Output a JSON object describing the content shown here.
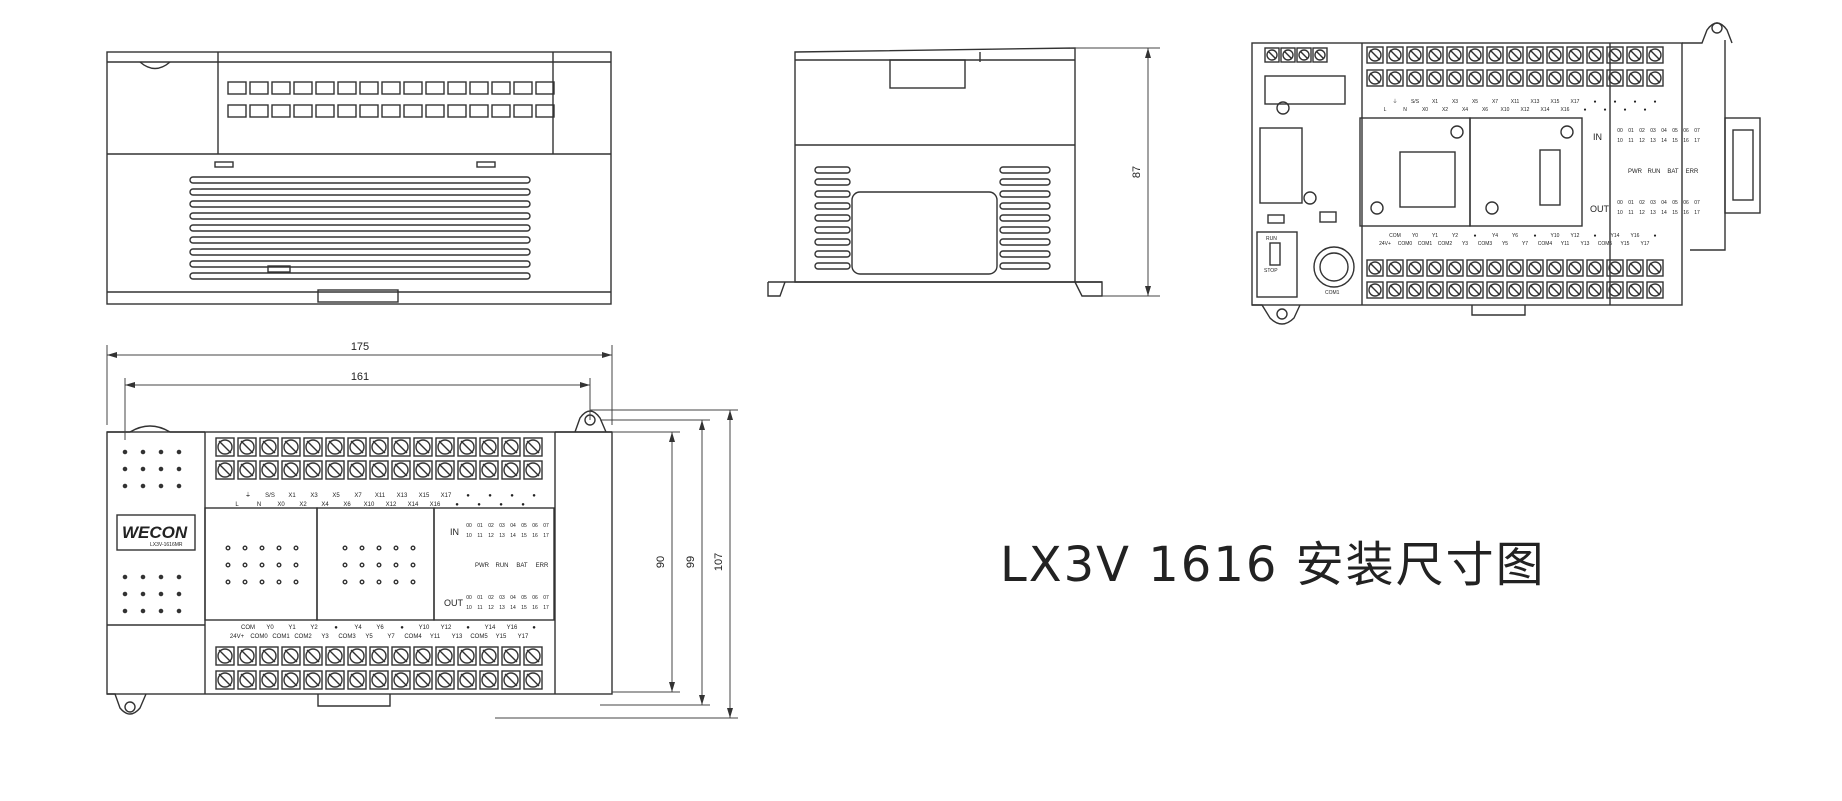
{
  "title": "LX3V 1616 安装尺寸图",
  "dimensions": {
    "width_175": "175",
    "width_161": "161",
    "height_87": "87",
    "height_90": "90",
    "height_99": "99",
    "height_107": "107"
  },
  "brand": {
    "logo": "WECON",
    "model": "LX3V-1616MR"
  },
  "front": {
    "in_label": "IN",
    "out_label": "OUT",
    "led_top": [
      "00",
      "01",
      "02",
      "03",
      "04",
      "05",
      "06",
      "07"
    ],
    "led_bottom": [
      "10",
      "11",
      "12",
      "13",
      "14",
      "15",
      "16",
      "17"
    ],
    "status": [
      "PWR",
      "RUN",
      "BAT",
      "ERR"
    ],
    "top_row1": [
      "⏚",
      "S/S",
      "X1",
      "X3",
      "X5",
      "X7",
      "X11",
      "X13",
      "X15",
      "X17",
      "●",
      "●",
      "●",
      "●"
    ],
    "top_row2": [
      "L",
      "N",
      "X0",
      "X2",
      "X4",
      "X6",
      "X10",
      "X12",
      "X14",
      "X16",
      "●",
      "●",
      "●",
      "●"
    ],
    "bot_row1": [
      "COM",
      "Y0",
      "Y1",
      "Y2",
      "●",
      "Y4",
      "Y6",
      "●",
      "Y10",
      "Y12",
      "●",
      "Y14",
      "Y16",
      "●"
    ],
    "bot_row2": [
      "24V+",
      "COM0",
      "COM1",
      "COM2",
      "Y3",
      "COM3",
      "Y5",
      "Y7",
      "COM4",
      "Y11",
      "Y13",
      "COM5",
      "Y15",
      "Y17"
    ]
  },
  "right_view": {
    "run_label": "RUN",
    "stop_label": "STOP",
    "com_label": "COM1"
  }
}
